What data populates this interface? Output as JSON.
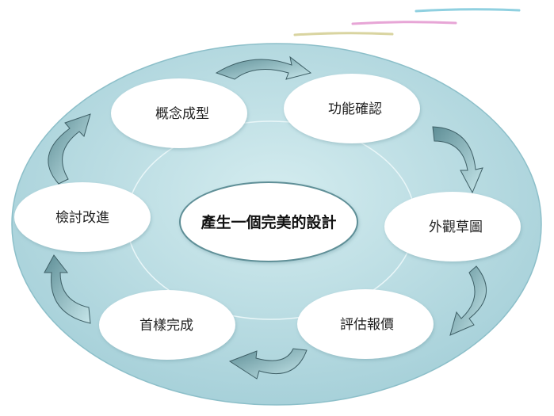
{
  "diagram": {
    "center_label": "產生一個完美的設計",
    "steps": [
      {
        "label": "概念成型"
      },
      {
        "label": "功能確認"
      },
      {
        "label": "外觀草圖"
      },
      {
        "label": "評估報價"
      },
      {
        "label": "首樣完成"
      },
      {
        "label": "檢討改進"
      }
    ],
    "colors": {
      "outer_fill": "#a9d4dc",
      "outer_edge": "#8cbfc9",
      "arrow_fill": "#8db9c0",
      "arrow_stroke": "#3e5f66",
      "node_fill": "#ffffff",
      "deco_teal": "#8fd0e0",
      "deco_pink": "#e7a5d6",
      "deco_yellow": "#d9d4a0"
    }
  }
}
